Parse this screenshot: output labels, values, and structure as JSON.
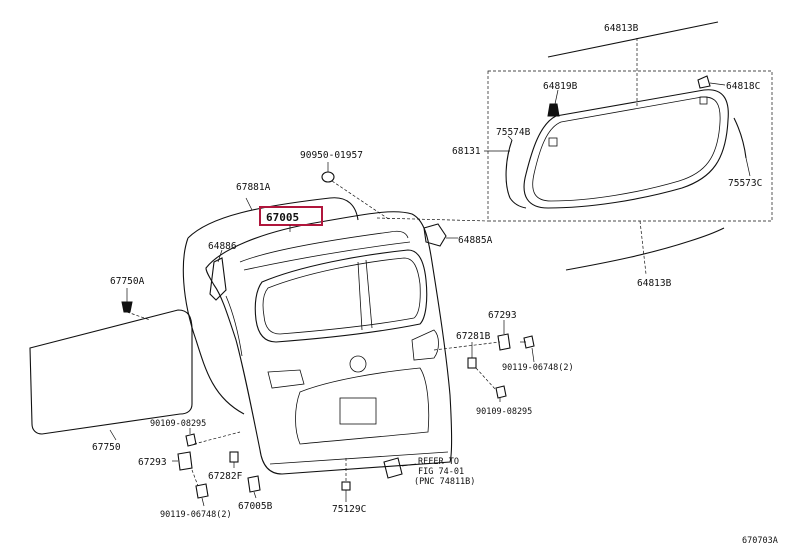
{
  "labels": {
    "l_64813B_top": "64813B",
    "l_64819B": "64819B",
    "l_64818C": "64818C",
    "l_75574B": "75574B",
    "l_68131": "68131",
    "l_75573C": "75573C",
    "l_64813B_bot": "64813B",
    "l_90950": "90950-01957",
    "l_67881A": "67881A",
    "l_67005": "67005",
    "l_64886": "64886",
    "l_64885A": "64885A",
    "l_67750A": "67750A",
    "l_67750": "67750",
    "l_67293_r": "67293",
    "l_67281B": "67281B",
    "l_90119_r": "90119-06748(2)",
    "l_90109_r": "90109-08295",
    "l_90109_l": "90109-08295",
    "l_67293_l": "67293",
    "l_67282F": "67282F",
    "l_67005B": "67005B",
    "l_90119_l": "90119-06748(2)",
    "l_75129C": "75129C",
    "l_refer1": "REFER TO",
    "l_refer2": "FIG 74-01",
    "l_refer3": "(PNC 74811B)",
    "l_figid": "670703A"
  },
  "highlight": {
    "part": "67005",
    "color": "#b0163c"
  }
}
